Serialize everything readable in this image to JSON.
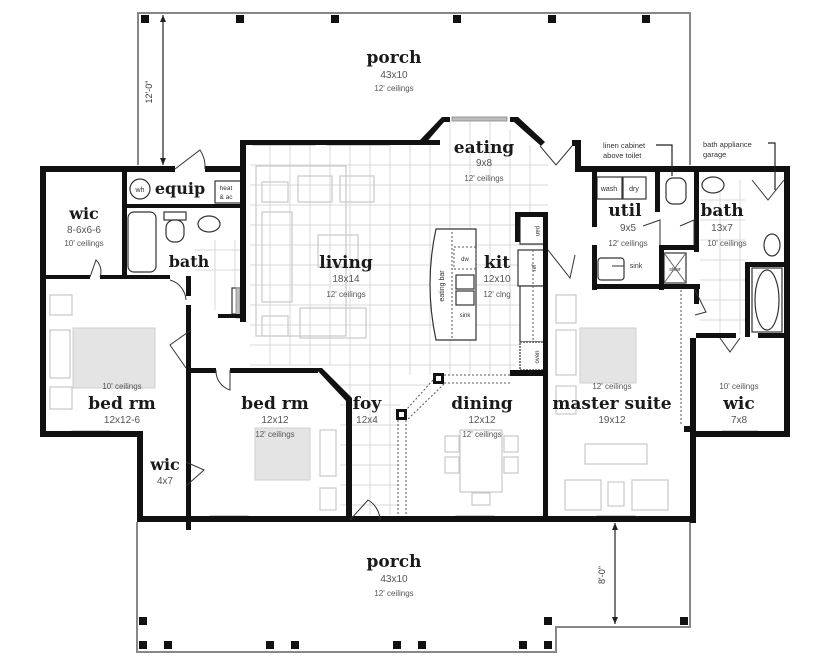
{
  "plan": {
    "porch_rear": {
      "name": "porch",
      "dims": "43x10",
      "ceiling": "12' ceilings"
    },
    "porch_front": {
      "name": "porch",
      "dims": "43x10",
      "ceiling": "12' ceilings"
    },
    "eating": {
      "name": "eating",
      "dims": "9x8",
      "ceiling": "12' ceilings"
    },
    "equip": {
      "name": "equip",
      "fixture_wh": "wh",
      "fixture_hvac_1": "heat",
      "fixture_hvac_2": "& ac"
    },
    "wic_left": {
      "name": "wic",
      "dims": "8-6x6-6",
      "ceiling": "10' ceilings"
    },
    "bath_left": {
      "name": "bath",
      "fixture_linen": "linen"
    },
    "living": {
      "name": "living",
      "dims": "18x14",
      "ceiling": "12' ceilings"
    },
    "kit": {
      "name": "kit",
      "dims": "12x10",
      "ceiling": "12' clng",
      "fixture_eating_bar": "eating bar",
      "fixture_dw": "dw",
      "fixture_sink": "sink",
      "fixture_pan": "pan",
      "fixture_ref": "ref",
      "fixture_oven": "oven"
    },
    "util": {
      "name": "util",
      "dims": "9x5",
      "ceiling": "12' ceilings",
      "fixture_wash": "wash",
      "fixture_dry": "dry",
      "fixture_sink": "sink",
      "fixture_shwr": "shwr"
    },
    "bath_master": {
      "name": "bath",
      "dims": "13x7",
      "ceiling": "10' ceilings"
    },
    "bed_rm_left": {
      "name": "bed rm",
      "dims": "12x12-6",
      "ceiling": "10' ceilings"
    },
    "bed_rm_mid": {
      "name": "bed rm",
      "dims": "12x12",
      "ceiling": "12' ceilings"
    },
    "foy": {
      "name": "foy",
      "dims": "12x4"
    },
    "dining": {
      "name": "dining",
      "dims": "12x12",
      "ceiling": "12' ceilings"
    },
    "master_suite": {
      "name": "master suite",
      "dims": "19x12",
      "ceiling": "12' ceilings"
    },
    "wic_master": {
      "name": "wic",
      "dims": "7x8",
      "ceiling": "10' ceilings"
    },
    "wic_small": {
      "name": "wic",
      "dims": "4x7"
    }
  },
  "notes": {
    "linen_1": "linen cabinet",
    "linen_2": "above toilet",
    "appliance_1": "bath appliance",
    "appliance_2": "garage"
  },
  "dimensions": {
    "rear_porch_depth": "12'-0\"",
    "front_porch_depth": "8'-0\""
  },
  "colors": {
    "wall": "#111111",
    "grid": "#d8d8d8",
    "furniture": "#c8c8c8",
    "window": "#bcbcbc"
  }
}
